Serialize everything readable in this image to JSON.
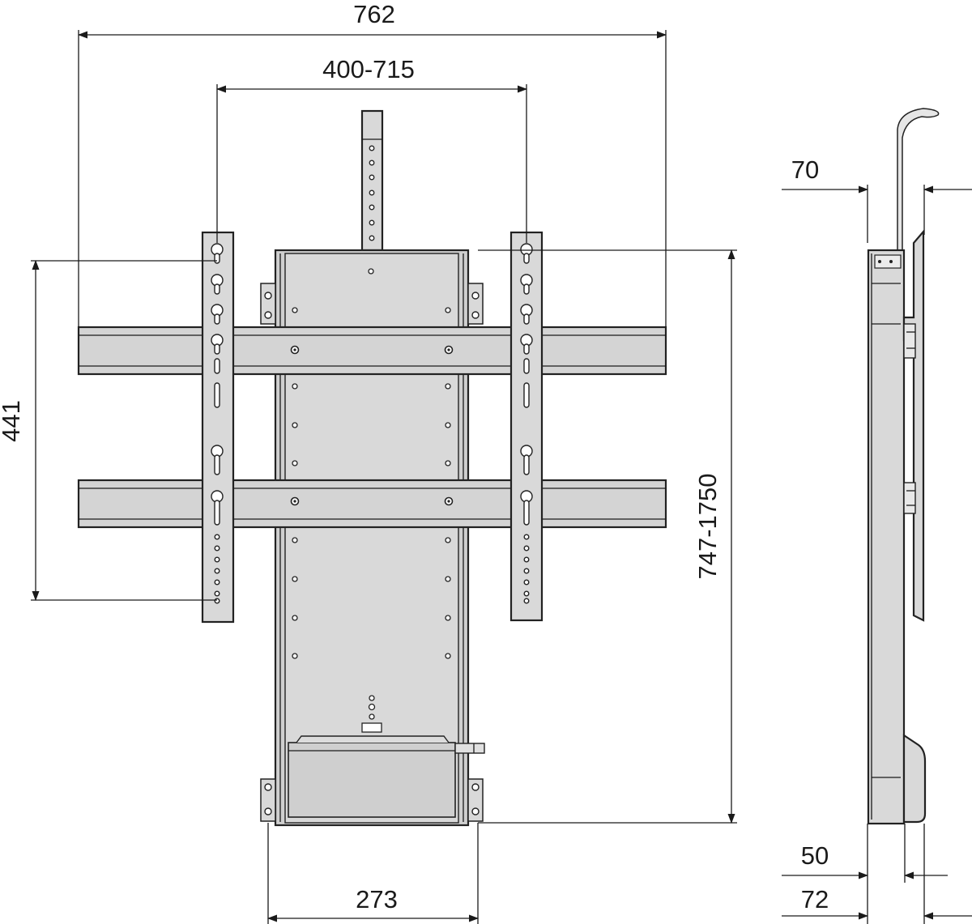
{
  "dimensions": {
    "overall_width": "762",
    "vesa_horizontal": "400-715",
    "vesa_vertical": "441",
    "height_range": "747-1750",
    "base_width": "273",
    "side_top_depth": "70",
    "side_bottom_depth_1": "50",
    "side_bottom_depth_2": "72"
  },
  "colors": {
    "line": "#1a1a1a",
    "part_fill": "#d9d9d9",
    "part_fill_dark": "#c4c4c4",
    "rail_fill": "#d4d4d4"
  }
}
